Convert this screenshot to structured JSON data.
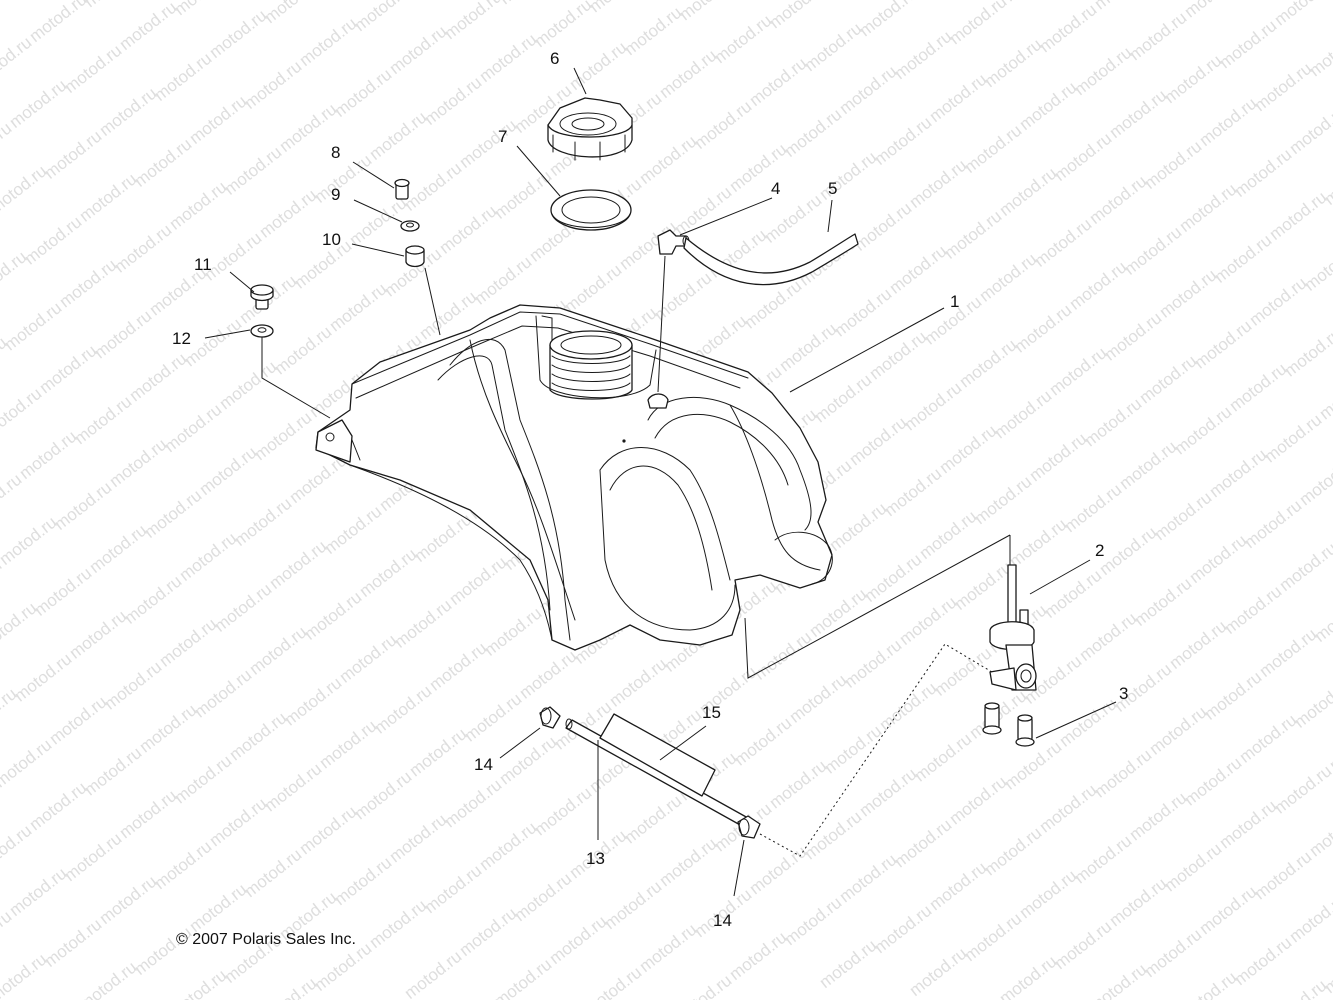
{
  "watermark": "motod.ru",
  "copyright": "© 2007 Polaris Sales Inc.",
  "callouts": [
    {
      "id": "c1",
      "label": "1"
    },
    {
      "id": "c2",
      "label": "2"
    },
    {
      "id": "c3",
      "label": "3"
    },
    {
      "id": "c4",
      "label": "4"
    },
    {
      "id": "c5",
      "label": "5"
    },
    {
      "id": "c6",
      "label": "6"
    },
    {
      "id": "c7",
      "label": "7"
    },
    {
      "id": "c8",
      "label": "8"
    },
    {
      "id": "c9",
      "label": "9"
    },
    {
      "id": "c10",
      "label": "10"
    },
    {
      "id": "c11",
      "label": "11"
    },
    {
      "id": "c12",
      "label": "12"
    },
    {
      "id": "c13",
      "label": "13"
    },
    {
      "id": "c14a",
      "label": "14"
    },
    {
      "id": "c14b",
      "label": "14"
    },
    {
      "id": "c15",
      "label": "15"
    }
  ]
}
